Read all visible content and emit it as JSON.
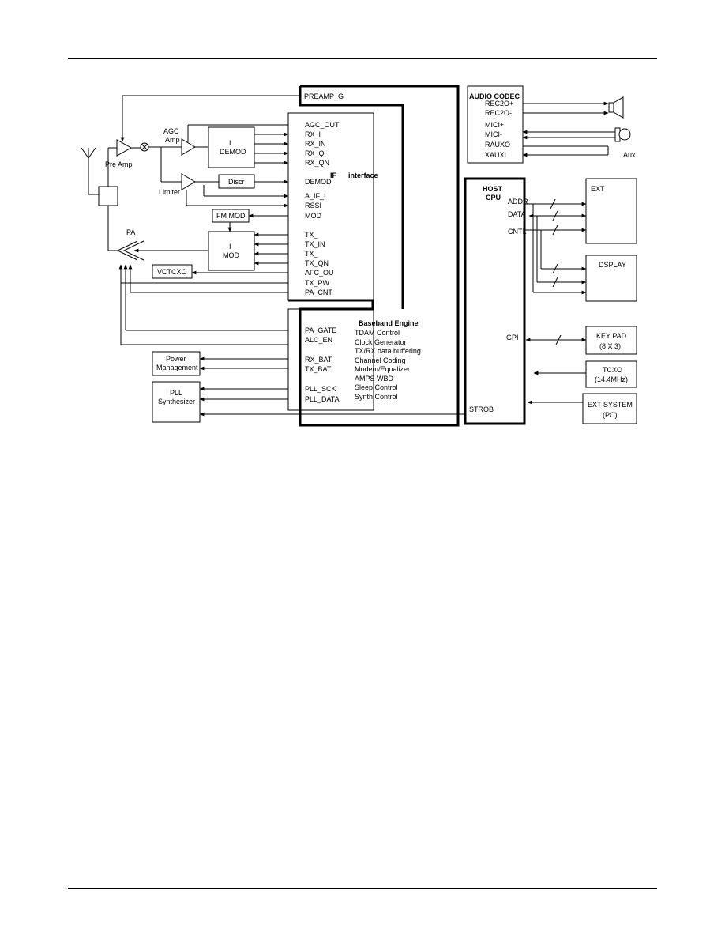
{
  "sections": {
    "baseband_title": "Baseband Engine",
    "if_label": "IF",
    "interface_label": "interface",
    "audio_codec": "AUDIO CODEC",
    "host_line1": "HOST",
    "host_line2": "CPU"
  },
  "if_signals": [
    "AGC_OUT",
    "RX_I",
    "RX_IN",
    "RX_Q",
    "RX_QN",
    "DEMOD",
    "A_IF_I",
    "RSSI",
    "MOD",
    "TX_",
    "TX_IN",
    "TX_",
    "TX_QN",
    "AFC_OU",
    "TX_PW",
    "PA_CNT"
  ],
  "top_signal": "PREAMP_G",
  "baseband_signals": [
    "PA_GATE",
    "ALC_EN",
    "RX_BAT",
    "TX_BAT",
    "PLL_SCK",
    "PLL_DATA"
  ],
  "baseband_functions": [
    "TDAM Control",
    "Clock Generator",
    "TX/RX data buffering",
    "Channel Coding",
    "Modem/Equalizer",
    "AMPS WBD",
    "Sleep Control",
    "Synth Control"
  ],
  "rf_blocks": {
    "agc_line1": "AGC",
    "agc_line2": "Amp",
    "pre_amp": "Pre Amp",
    "limiter": "Limiter",
    "pa": "PA",
    "demod_line1": "I",
    "demod_line2": "DEMOD",
    "discr": "Discr",
    "fm_mod": "FM MOD",
    "mod_line1": "I",
    "mod_line2": "MOD",
    "vctcxo": "VCTCXO",
    "power_line1": "Power",
    "power_line2": "Management",
    "pll_line1": "PLL",
    "pll_line2": "Synthesizer"
  },
  "codec_pins": [
    "REC2O+",
    "REC2O-",
    "MICI+",
    "MICI-",
    "RAUXO",
    "XAUXI"
  ],
  "aux_label": "Aux",
  "host_pins": {
    "addr": "ADDR",
    "data": "DATA",
    "cntl": "CNTL",
    "gpi": "GPI",
    "strob": "STROB"
  },
  "peripherals": {
    "ext": "EXT",
    "display": "DSPLAY",
    "keypad_line1": "KEY PAD",
    "keypad_line2": "(8 X 3)",
    "tcxo_line1": "TCXO",
    "tcxo_line2": "(14.4MHz)",
    "ext_system_line1": "EXT SYSTEM",
    "ext_system_line2": "(PC)"
  }
}
